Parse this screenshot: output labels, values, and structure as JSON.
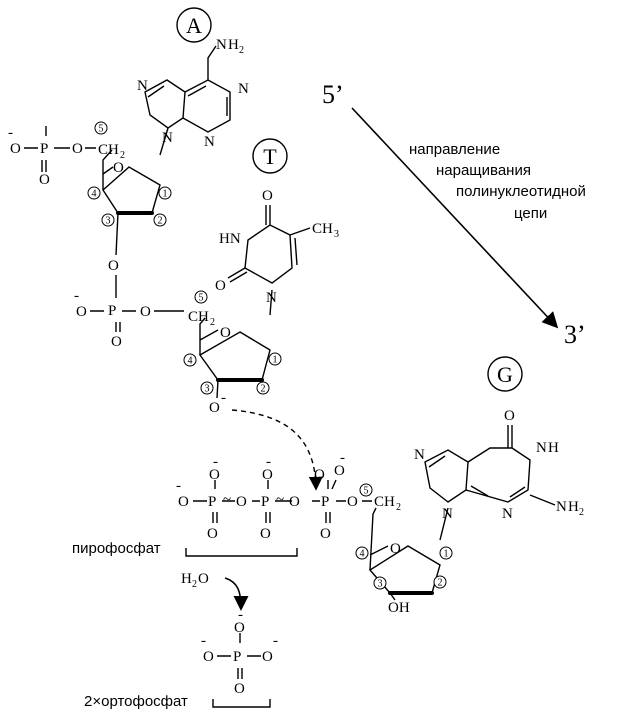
{
  "bases": {
    "a": "A",
    "t": "T",
    "g": "G"
  },
  "groups": {
    "nh": "N",
    "h": "H",
    "h2": "2",
    "o": "O",
    "p": "P",
    "ch": "CH",
    "c2": "2",
    "ch3": "CH",
    "c3": "3",
    "hn": "HN",
    "oh": "OH",
    "minus": "-",
    "tilde": "~",
    "water_h": "H",
    "water_o": "O"
  },
  "ring_numbers": {
    "n1": "1",
    "n2": "2",
    "n3": "3",
    "n4": "4",
    "n5": "5"
  },
  "direction": {
    "start": "5’",
    "end": "3’",
    "line1": "направление",
    "line2": "наращивания",
    "line3": "полинуклеотидной",
    "line4": "цепи"
  },
  "labels": {
    "pyrophosphate": "пирофосфат",
    "orthophosphate": "2×ортофосфат"
  }
}
